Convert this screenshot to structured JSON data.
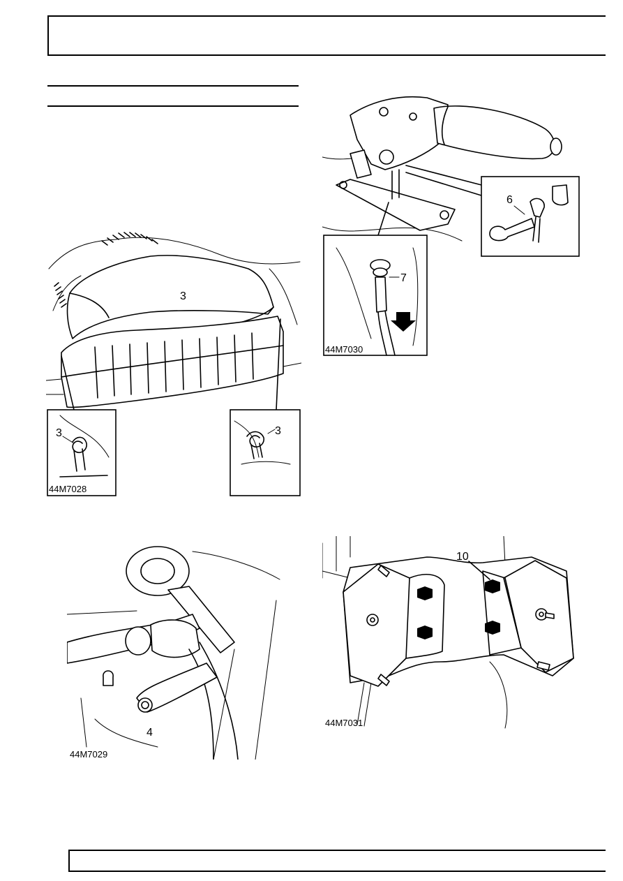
{
  "page": {
    "header_text": "",
    "footer_text": ""
  },
  "figures": [
    {
      "id": "44M7028",
      "callouts": [
        "3",
        "3",
        "3"
      ],
      "subject": "air-filter-housing-clips"
    },
    {
      "id": "44M7030",
      "callouts": [
        "6",
        "7"
      ],
      "subject": "handbrake-lever-cable-clevis"
    },
    {
      "id": "44M7029",
      "callouts": [
        "4"
      ],
      "subject": "gear-lever-gaiter-bracket"
    },
    {
      "id": "44M7031",
      "callouts": [
        "10"
      ],
      "subject": "mounting-bracket-bolts"
    }
  ],
  "icons": [
    "arrow-down-icon"
  ]
}
